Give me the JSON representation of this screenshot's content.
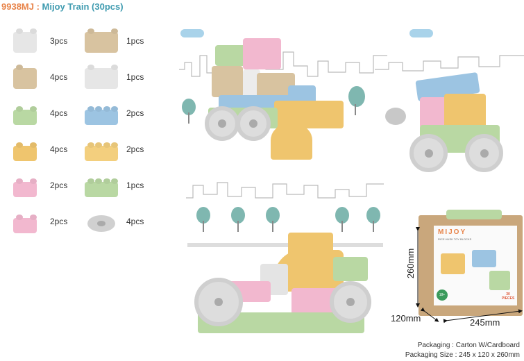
{
  "title": {
    "code": "9938MJ :",
    "name": "Mijoy Train (30pcs)"
  },
  "parts": [
    {
      "name": "white-2x1-tall-block",
      "color": "#e6e6e6",
      "count": "3pcs"
    },
    {
      "name": "beige-1x1-tall-block",
      "color": "#d8c3a0",
      "count": "4pcs"
    },
    {
      "name": "green-2x1-block",
      "color": "#b9d8a3",
      "count": "4pcs"
    },
    {
      "name": "yellow-arch-block",
      "color": "#efc56e",
      "count": "4pcs"
    },
    {
      "name": "pink-2x2-block",
      "color": "#f2b8cf",
      "count": "2pcs"
    },
    {
      "name": "pink-connector-block",
      "color": "#f2b8cf",
      "count": "2pcs"
    },
    {
      "name": "beige-2x2-tall-block",
      "color": "#d8c3a0",
      "count": "1pcs"
    },
    {
      "name": "white-2x2-tall-block",
      "color": "#e6e6e6",
      "count": "1pcs"
    },
    {
      "name": "blue-4x1-block",
      "color": "#9cc4e2",
      "count": "2pcs"
    },
    {
      "name": "yellow-4x1-block",
      "color": "#f3cf7e",
      "count": "2pcs"
    },
    {
      "name": "green-4x2-block",
      "color": "#b9d8a3",
      "count": "1pcs"
    },
    {
      "name": "grey-wheel",
      "color": "#d0d0d0",
      "count": "4pcs"
    }
  ],
  "box": {
    "brand": "MIJOY",
    "subtitle": "RICE HUSK TOY BLOCKS",
    "age": "18+",
    "pieces": "30 PIECES"
  },
  "dimensions": {
    "height": "260mm",
    "depth": "120mm",
    "width": "245mm"
  },
  "packaging": {
    "type": "Packaging : Carton W/Cardboard",
    "size": "Packaging Size : 245 x 120 x 260mm"
  }
}
